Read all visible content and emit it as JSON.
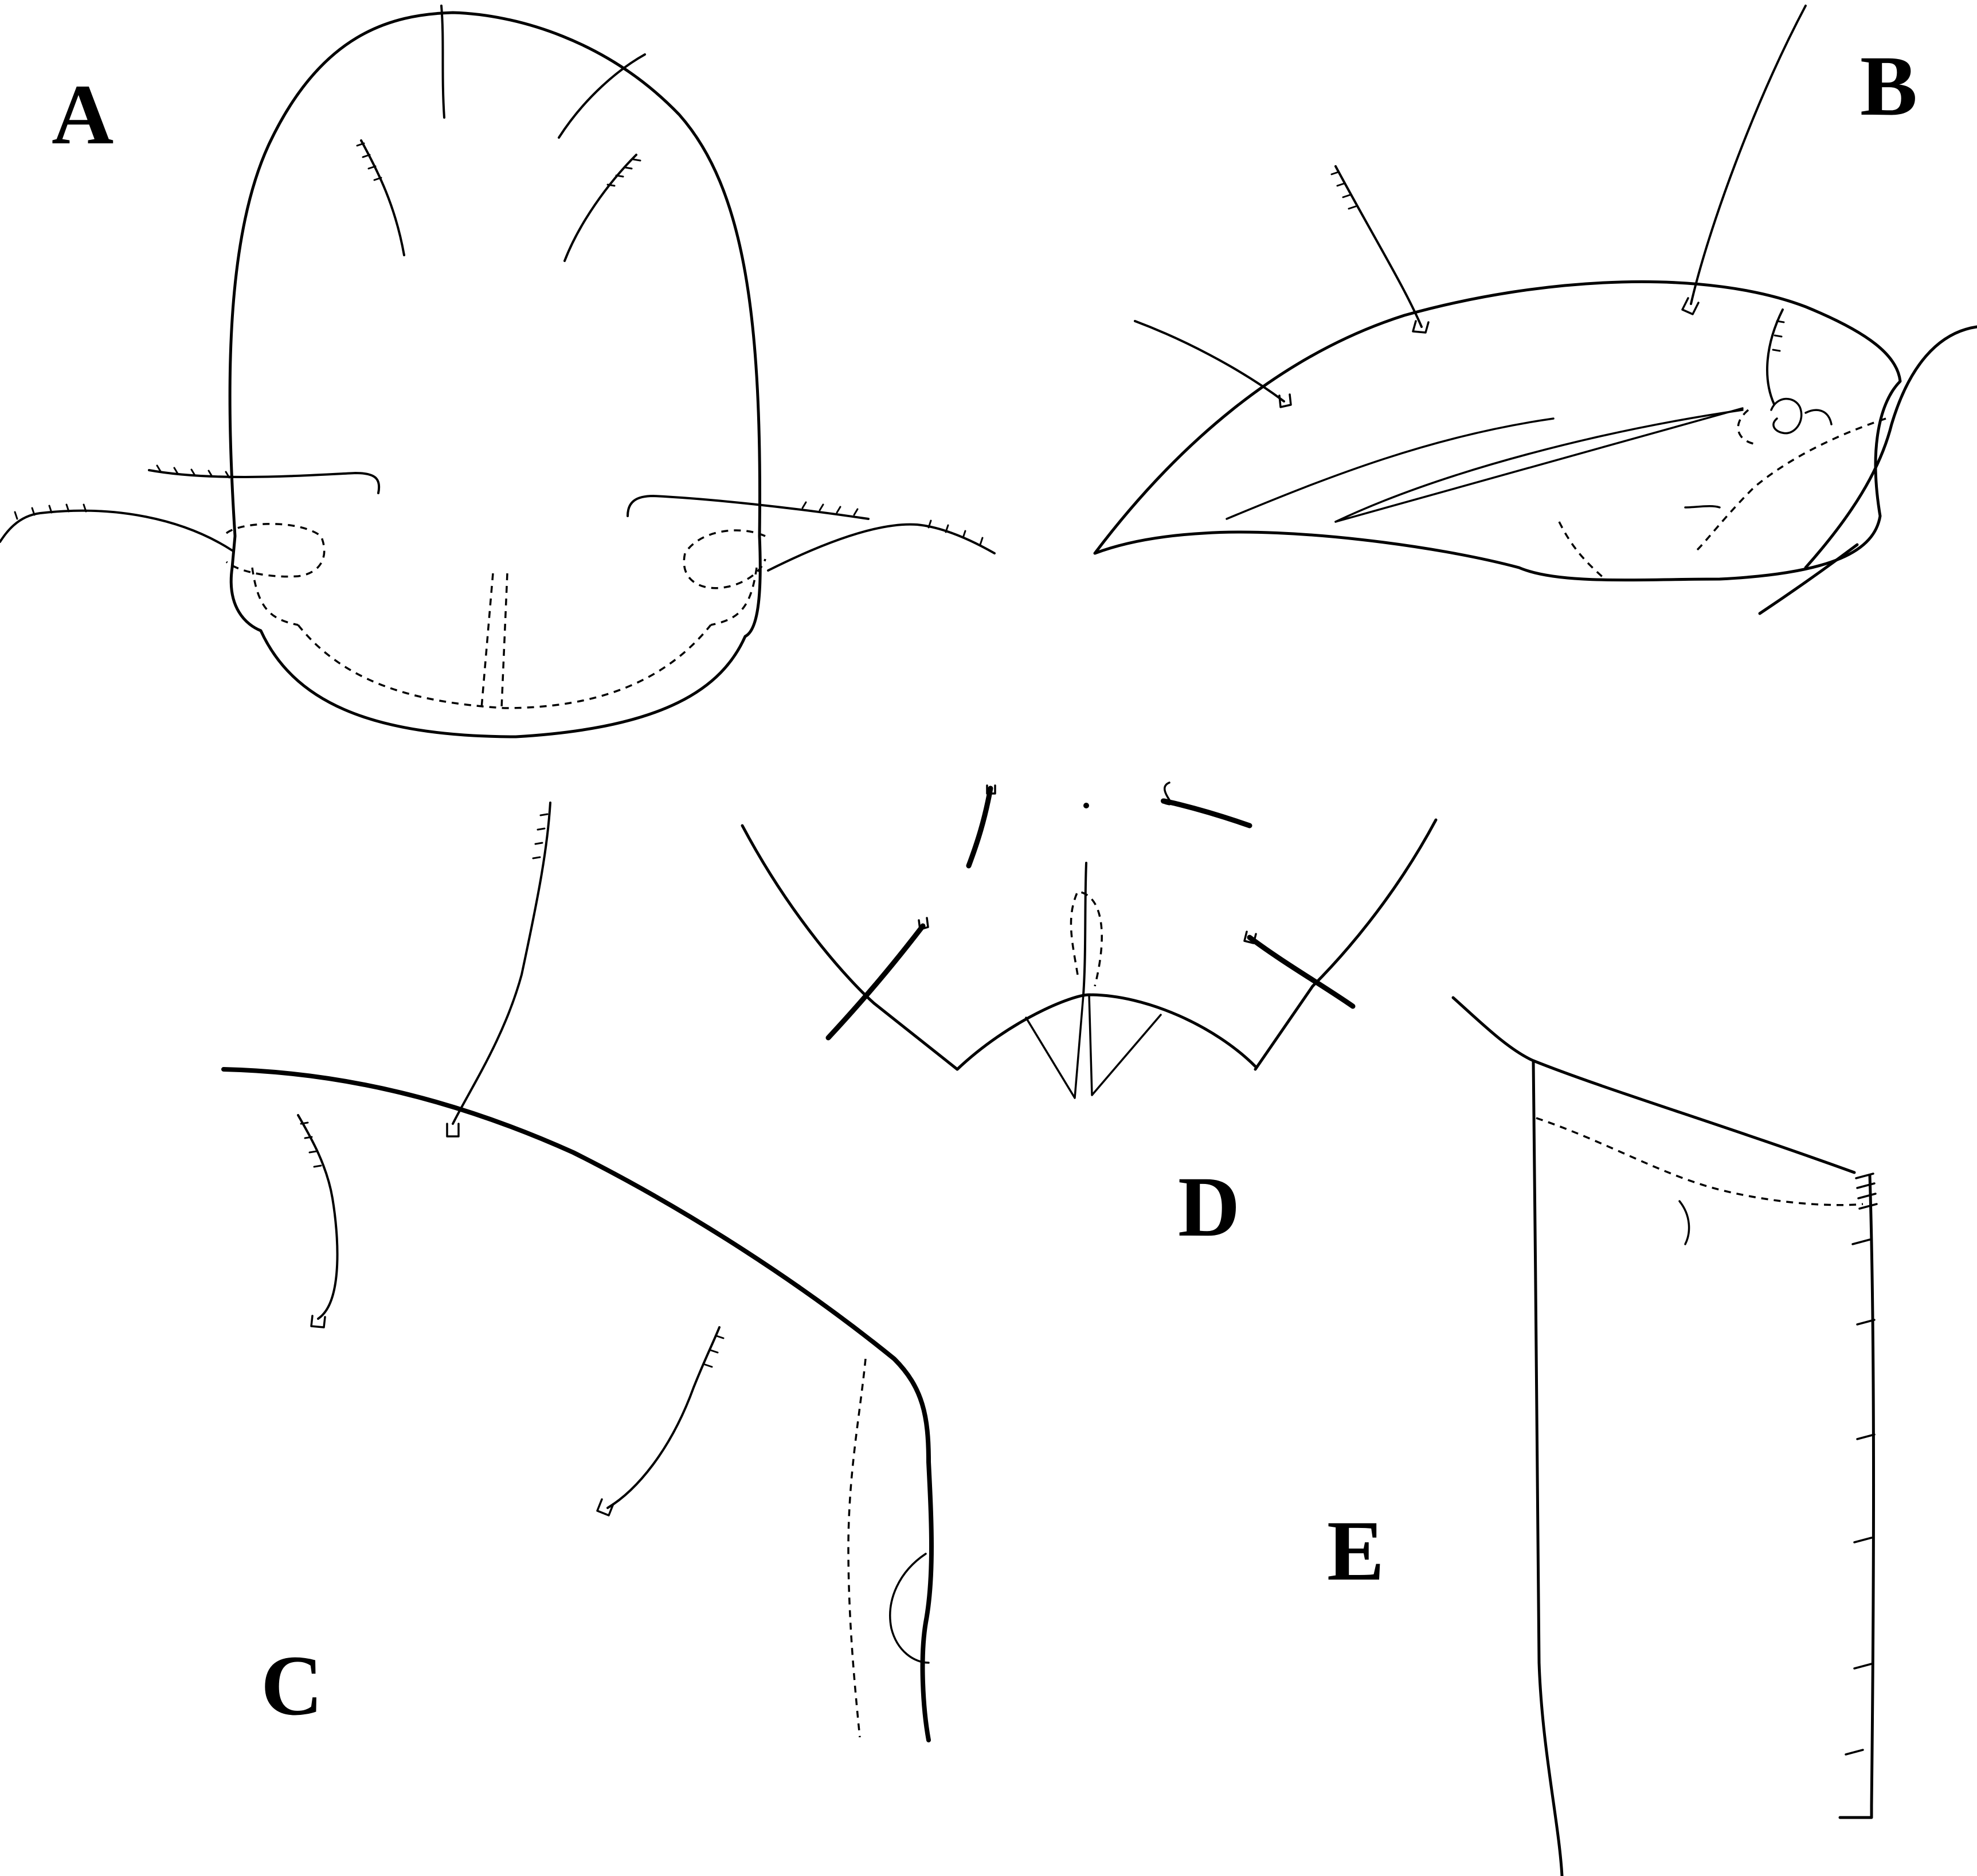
{
  "figure": {
    "panels": [
      {
        "label": "A"
      },
      {
        "label": "B"
      },
      {
        "label": "C"
      },
      {
        "label": "D"
      },
      {
        "label": "E"
      }
    ]
  },
  "colors": {
    "ink": "#000000",
    "paper": "#ffffff"
  }
}
